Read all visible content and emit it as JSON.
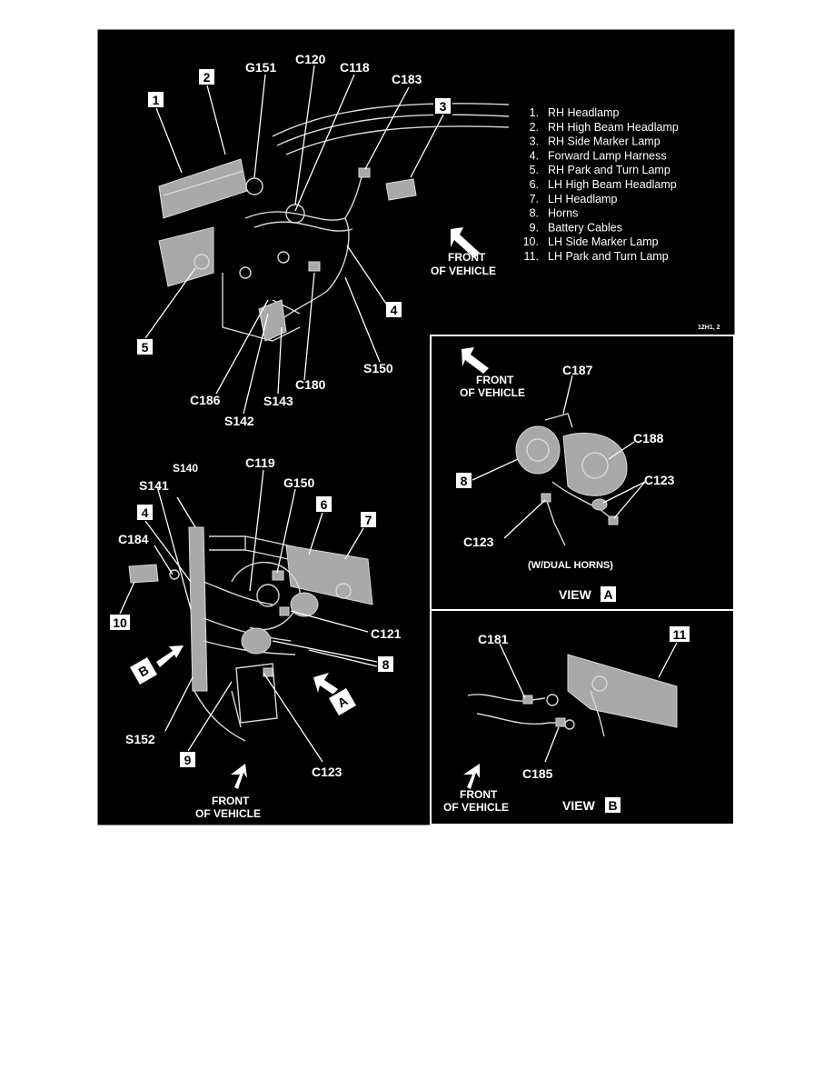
{
  "legend": [
    {
      "num": "1.",
      "text": "RH Headlamp"
    },
    {
      "num": "2.",
      "text": "RH High Beam Headlamp"
    },
    {
      "num": "3.",
      "text": "RH Side Marker Lamp"
    },
    {
      "num": "4.",
      "text": "Forward Lamp Harness"
    },
    {
      "num": "5.",
      "text": "RH Park and Turn Lamp"
    },
    {
      "num": "6.",
      "text": "LH High Beam Headlamp"
    },
    {
      "num": "7.",
      "text": "LH Headlamp"
    },
    {
      "num": "8.",
      "text": "Horns"
    },
    {
      "num": "9.",
      "text": "Battery Cables"
    },
    {
      "num": "10.",
      "text": "LH Side Marker Lamp"
    },
    {
      "num": "11.",
      "text": "LH Park and Turn Lamp"
    }
  ],
  "figure_code": "12H1, 2",
  "front_of_vehicle": [
    "FRONT",
    "OF VEHICLE"
  ],
  "top_view": {
    "callouts": [
      "1",
      "2",
      "3",
      "4",
      "5"
    ],
    "connectors": [
      "G151",
      "C120",
      "C118",
      "C183",
      "C186",
      "S142",
      "S143",
      "C180",
      "S150"
    ]
  },
  "bottom_view": {
    "callouts": [
      "4",
      "6",
      "7",
      "8",
      "9",
      "10"
    ],
    "connectors": [
      "S140",
      "C119",
      "G150",
      "S141",
      "C184",
      "C121",
      "S152",
      "C123"
    ],
    "view_markers": [
      "B",
      "A"
    ]
  },
  "view_a": {
    "title": "VIEW",
    "letter": "A",
    "callout": "8",
    "connectors": [
      "C187",
      "C188",
      "C123",
      "C123"
    ],
    "note": "(W/DUAL HORNS)"
  },
  "view_b": {
    "title": "VIEW",
    "letter": "B",
    "callout": "11",
    "connectors": [
      "C181",
      "C185"
    ]
  },
  "colors": {
    "panel": "#000000",
    "ink": "#ffffff",
    "page": "#ffffff"
  }
}
